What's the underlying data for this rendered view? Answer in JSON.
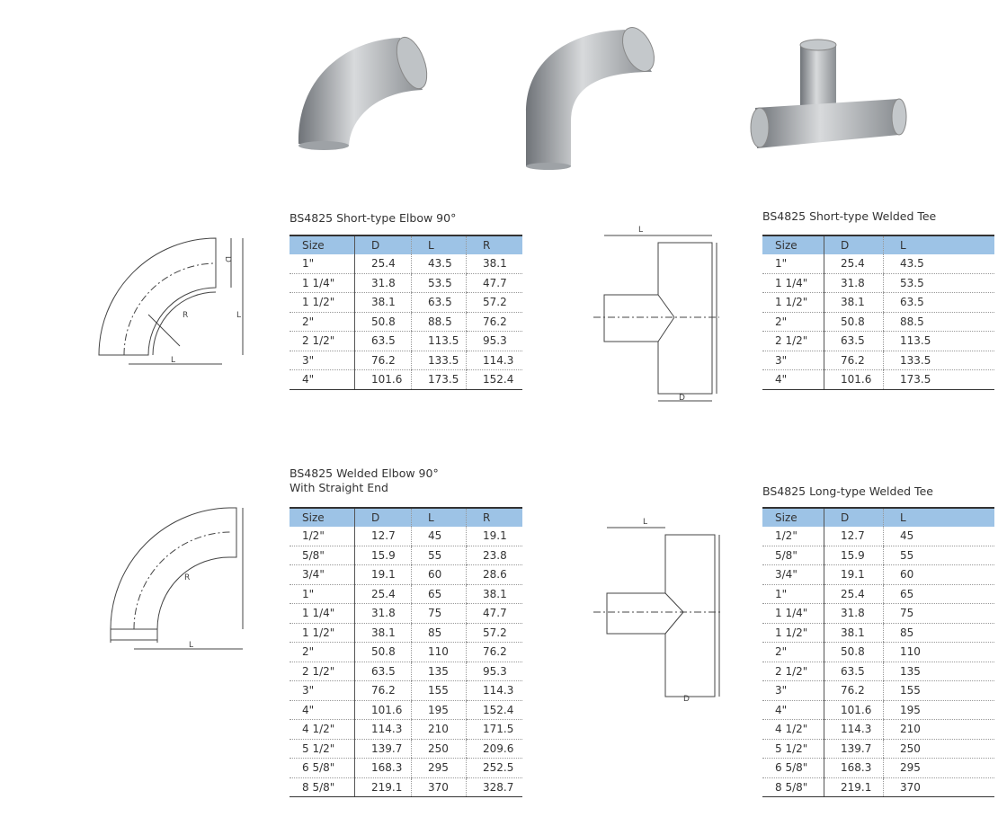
{
  "tables": [
    {
      "id": "short-elbow",
      "title": "BS4825 Short-type Elbow 90°",
      "headers": [
        "Size",
        "D",
        "L",
        "R"
      ],
      "rows": [
        [
          "1\"",
          "25.4",
          "43.5",
          "38.1"
        ],
        [
          "1 1/4\"",
          "31.8",
          "53.5",
          "47.7"
        ],
        [
          "1 1/2\"",
          "38.1",
          "63.5",
          "57.2"
        ],
        [
          "2\"",
          "50.8",
          "88.5",
          "76.2"
        ],
        [
          "2 1/2\"",
          "63.5",
          "113.5",
          "95.3"
        ],
        [
          "3\"",
          "76.2",
          "133.5",
          "114.3"
        ],
        [
          "4\"",
          "101.6",
          "173.5",
          "152.4"
        ]
      ]
    },
    {
      "id": "short-tee",
      "title": "BS4825 Short-type Welded Tee",
      "headers": [
        "Size",
        "D",
        "L"
      ],
      "rows": [
        [
          "1\"",
          "25.4",
          "43.5"
        ],
        [
          "1 1/4\"",
          "31.8",
          "53.5"
        ],
        [
          "1 1/2\"",
          "38.1",
          "63.5"
        ],
        [
          "2\"",
          "50.8",
          "88.5"
        ],
        [
          "2 1/2\"",
          "63.5",
          "113.5"
        ],
        [
          "3\"",
          "76.2",
          "133.5"
        ],
        [
          "4\"",
          "101.6",
          "173.5"
        ]
      ]
    },
    {
      "id": "welded-elbow",
      "title": "BS4825 Welded Elbow 90°",
      "title2": "With Straight End",
      "headers": [
        "Size",
        "D",
        "L",
        "R"
      ],
      "rows": [
        [
          "1/2\"",
          "12.7",
          "45",
          "19.1"
        ],
        [
          "5/8\"",
          "15.9",
          "55",
          "23.8"
        ],
        [
          "3/4\"",
          "19.1",
          "60",
          "28.6"
        ],
        [
          "1\"",
          "25.4",
          "65",
          "38.1"
        ],
        [
          "1 1/4\"",
          "31.8",
          "75",
          "47.7"
        ],
        [
          "1 1/2\"",
          "38.1",
          "85",
          "57.2"
        ],
        [
          "2\"",
          "50.8",
          "110",
          "76.2"
        ],
        [
          "2 1/2\"",
          "63.5",
          "135",
          "95.3"
        ],
        [
          "3\"",
          "76.2",
          "155",
          "114.3"
        ],
        [
          "4\"",
          "101.6",
          "195",
          "152.4"
        ],
        [
          "4 1/2\"",
          "114.3",
          "210",
          "171.5"
        ],
        [
          "5 1/2\"",
          "139.7",
          "250",
          "209.6"
        ],
        [
          "6 5/8\"",
          "168.3",
          "295",
          "252.5"
        ],
        [
          "8 5/8\"",
          "219.1",
          "370",
          "328.7"
        ]
      ]
    },
    {
      "id": "long-tee",
      "title": "BS4825 Long-type Welded Tee",
      "headers": [
        "Size",
        "D",
        "L"
      ],
      "rows": [
        [
          "1/2\"",
          "12.7",
          "45"
        ],
        [
          "5/8\"",
          "15.9",
          "55"
        ],
        [
          "3/4\"",
          "19.1",
          "60"
        ],
        [
          "1\"",
          "25.4",
          "65"
        ],
        [
          "1 1/4\"",
          "31.8",
          "75"
        ],
        [
          "1 1/2\"",
          "38.1",
          "85"
        ],
        [
          "2\"",
          "50.8",
          "110"
        ],
        [
          "2 1/2\"",
          "63.5",
          "135"
        ],
        [
          "3\"",
          "76.2",
          "155"
        ],
        [
          "4\"",
          "101.6",
          "195"
        ],
        [
          "4 1/2\"",
          "114.3",
          "210"
        ],
        [
          "5 1/2\"",
          "139.7",
          "250"
        ],
        [
          "6 5/8\"",
          "168.3",
          "295"
        ],
        [
          "8 5/8\"",
          "219.1",
          "370"
        ]
      ]
    }
  ],
  "drawing_labels": {
    "D": "D",
    "L": "L",
    "R": "R"
  },
  "colors": {
    "header": "#9dc3e6"
  }
}
